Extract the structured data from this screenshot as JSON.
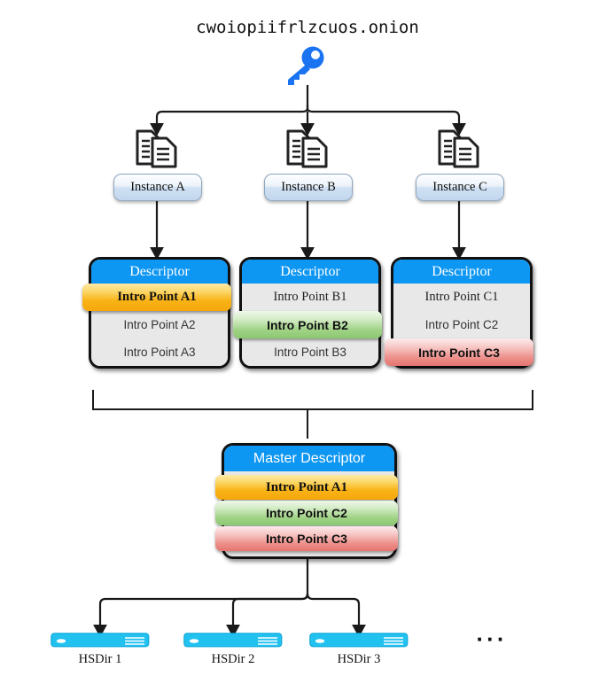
{
  "title": "cwoiopiifrlzcuos.onion",
  "key_icon": "key-icon",
  "colors": {
    "header_blue": "#0d96f2",
    "orange": "#f9b316",
    "green": "#8cc972",
    "red": "#e5756f",
    "hsdir_cyan": "#22c2f0",
    "box_gray": "#e8e8e8",
    "key_blue": "#1a73f0"
  },
  "instances": [
    {
      "label": "Instance A",
      "doc_icon": "documents-icon"
    },
    {
      "label": "Instance B",
      "doc_icon": "documents-icon"
    },
    {
      "label": "Instance C",
      "doc_icon": "documents-icon"
    }
  ],
  "descriptors": [
    {
      "header": "Descriptor",
      "rows": [
        {
          "label": "Intro Point A1",
          "highlight": "orange"
        },
        {
          "label": "Intro Point A2",
          "highlight": "none"
        },
        {
          "label": "Intro Point A3",
          "highlight": "none"
        }
      ]
    },
    {
      "header": "Descriptor",
      "rows": [
        {
          "label": "Intro Point B1",
          "highlight": "none"
        },
        {
          "label": "Intro Point B2",
          "highlight": "green"
        },
        {
          "label": "Intro Point B3",
          "highlight": "none"
        }
      ]
    },
    {
      "header": "Descriptor",
      "rows": [
        {
          "label": "Intro Point C1",
          "highlight": "none"
        },
        {
          "label": "Intro Point C2",
          "highlight": "none"
        },
        {
          "label": "Intro Point C3",
          "highlight": "red"
        }
      ]
    }
  ],
  "master": {
    "header": "Master Descriptor",
    "rows": [
      {
        "label": "Intro Point A1",
        "highlight": "orange"
      },
      {
        "label": "Intro Point C2",
        "highlight": "green"
      },
      {
        "label": "Intro Point C3",
        "highlight": "red"
      }
    ]
  },
  "hsdirs": [
    {
      "label": "HSDir 1",
      "icon": "server-icon"
    },
    {
      "label": "HSDir 2",
      "icon": "server-icon"
    },
    {
      "label": "HSDir 3",
      "icon": "server-icon"
    }
  ],
  "ellipsis": "···"
}
